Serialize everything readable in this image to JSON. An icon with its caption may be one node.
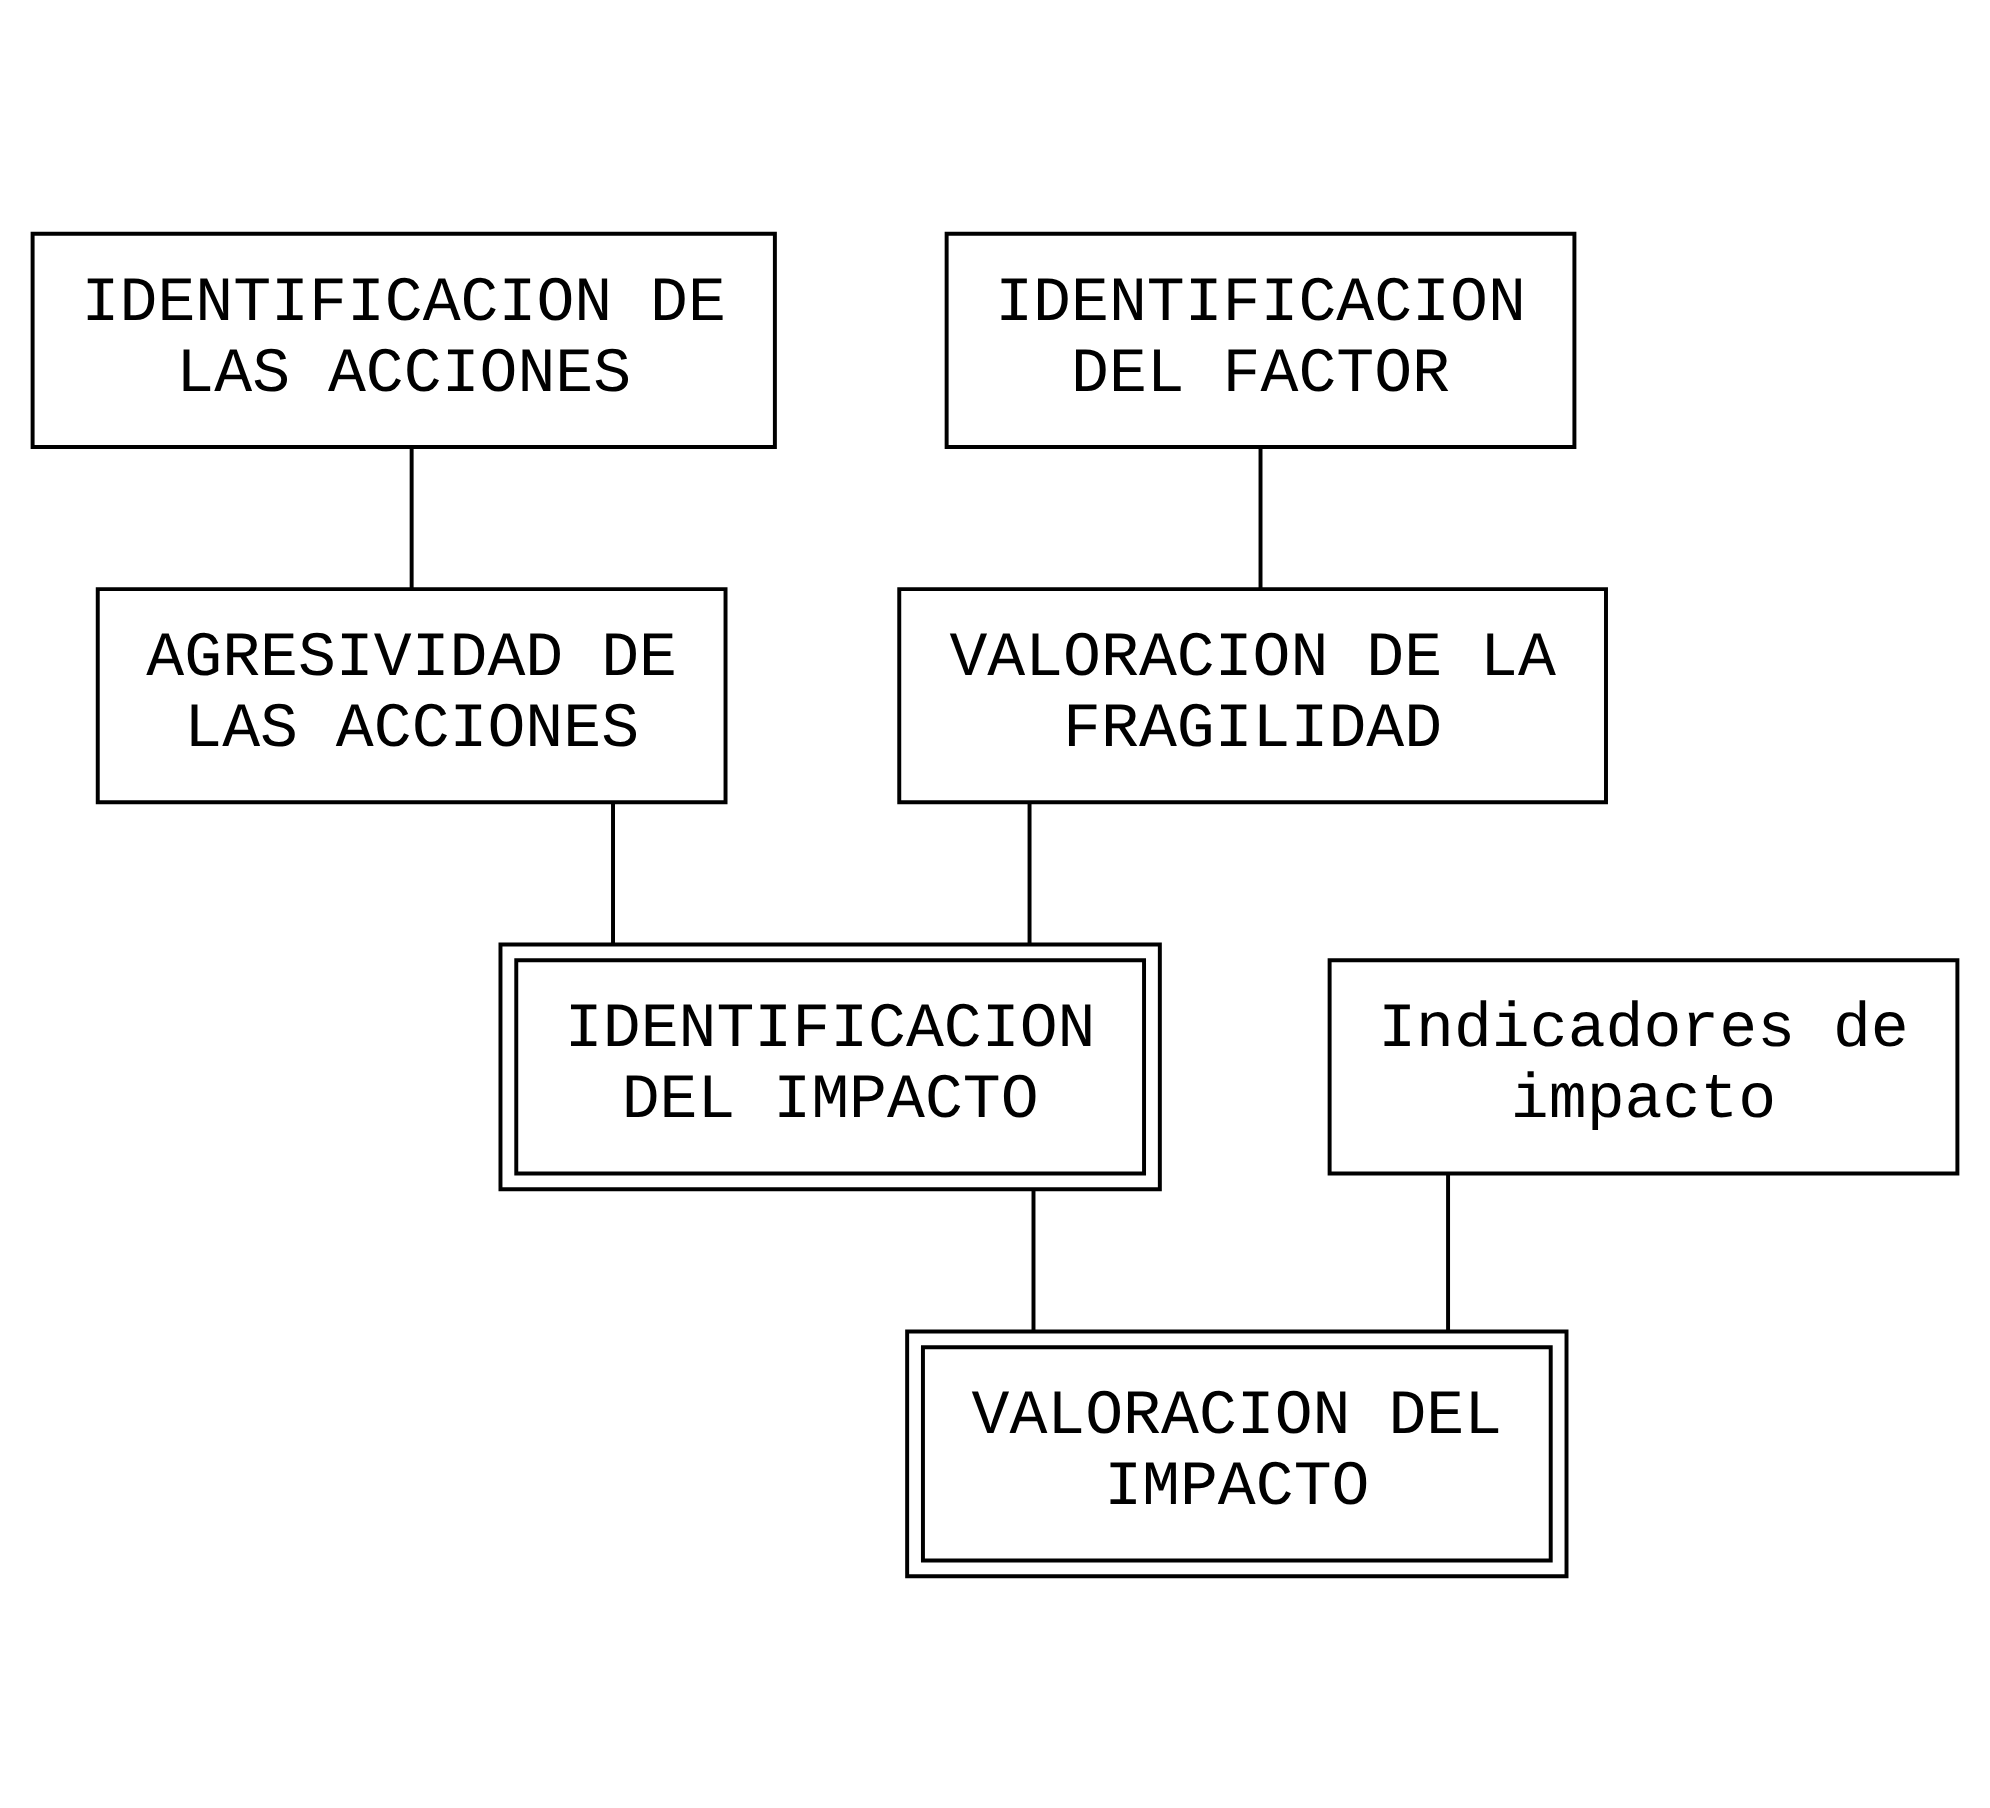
{
  "diagram": {
    "nodes": [
      {
        "text": [
          "IDENTIFICACION DE LAS ACCIONES"
        ]
      },
      {
        "text": [
          "IDENTIFICACION DEL FACTOR"
        ]
      },
      {
        "text": [
          "AGRESIVIDAD DE LAS ACCIONES"
        ]
      },
      {
        "text": [
          "VALORACION DE LA FRAGILIDAD"
        ]
      },
      {
        "text": [
          "IDENTIFICACION DEL IMPACTO"
        ]
      },
      {
        "text": [
          "Indicadores de impacto"
        ]
      },
      {
        "text": [
          "VALORACION DEL IMPACTO"
        ]
      }
    ],
    "edges": [
      {
        "from": 0,
        "to": 2,
        "arrow": "none"
      },
      {
        "from": 1,
        "to": 3,
        "arrow": "none"
      },
      {
        "from": 2,
        "to": 4,
        "arrow": "none"
      },
      {
        "from": 3,
        "to": 4,
        "arrow": "none"
      },
      {
        "from": 4,
        "to": 6,
        "arrow": "none"
      },
      {
        "from": 5,
        "to": 6,
        "arrow": "none"
      }
    ]
  }
}
